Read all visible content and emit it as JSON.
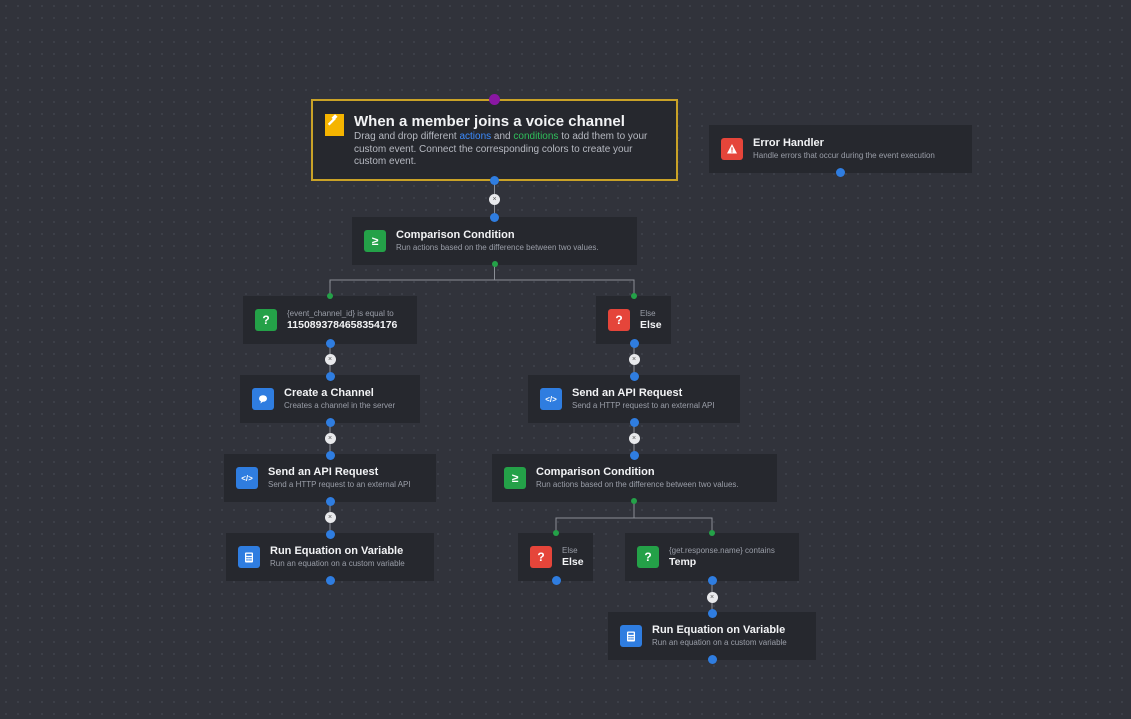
{
  "trigger": {
    "title": "When a member joins a voice channel",
    "desc_1": "Drag and drop different ",
    "desc_actions": "actions",
    "desc_2": " and ",
    "desc_conditions": "conditions",
    "desc_3": " to add them to your custom event. Connect the corresponding colors to create your custom event.",
    "icon": "hammer-icon"
  },
  "error_handler": {
    "title": "Error Handler",
    "desc": "Handle errors that occur during the event execution",
    "icon": "warning-icon"
  },
  "comparison_1": {
    "title": "Comparison Condition",
    "desc": "Run actions based on the difference between two values.",
    "icon_glyph": "≥"
  },
  "option_left": {
    "sub": "{event_channel_id} is equal to",
    "value": "1150893784658354176",
    "icon_glyph": "?"
  },
  "else_1": {
    "sub": "Else",
    "value": "Else",
    "icon_glyph": "?"
  },
  "create_channel": {
    "title": "Create a Channel",
    "desc": "Creates a channel in the server",
    "icon": "chat-bubble-icon"
  },
  "api_left": {
    "title": "Send an API Request",
    "desc": "Send a HTTP request to an external API",
    "icon_glyph": "</>"
  },
  "api_right": {
    "title": "Send an API Request",
    "desc": "Send a HTTP request to an external API",
    "icon_glyph": "</>"
  },
  "run_eq_left": {
    "title": "Run Equation on Variable",
    "desc": "Run an equation on a custom variable",
    "icon": "calculator-icon"
  },
  "comparison_2": {
    "title": "Comparison Condition",
    "desc": "Run actions based on the difference between two values.",
    "icon_glyph": "≥"
  },
  "else_2": {
    "sub": "Else",
    "value": "Else",
    "icon_glyph": "?"
  },
  "option_right": {
    "sub": "{get.response.name} contains",
    "value": "Temp",
    "icon_glyph": "?"
  },
  "run_eq_right": {
    "title": "Run Equation on Variable",
    "desc": "Run an equation on a custom variable",
    "icon": "calculator-icon"
  },
  "connector_glyph": "×",
  "colors": {
    "background": "#31333b",
    "node": "#26282e",
    "trigger_border": "#c9a227",
    "action_dot": "#2f7de0",
    "condition_dot": "#24a148",
    "trigger_dot": "#8a17a3"
  }
}
